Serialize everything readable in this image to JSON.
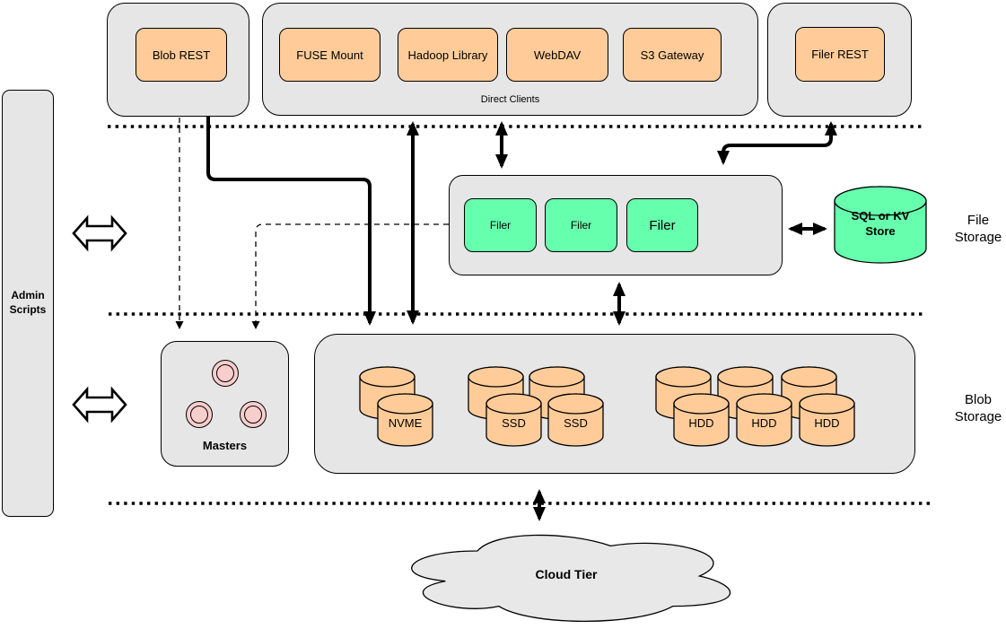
{
  "diagram": {
    "admin": "Admin\nScripts",
    "top": {
      "blob_rest": "Blob REST",
      "direct_clients": {
        "label": "Direct Clients",
        "items": [
          "FUSE Mount",
          "Hadoop Library",
          "WebDAV",
          "S3 Gateway"
        ]
      },
      "filer_rest": "Filer REST"
    },
    "file_tier": {
      "filers": [
        "Filer",
        "Filer",
        "Filer"
      ],
      "kv_store": "SQL or KV Store",
      "tier_label": "File Storage"
    },
    "masters": "Masters",
    "blob_tier": {
      "cylinders": [
        "NVME",
        "SSD",
        "SSD",
        "HDD",
        "HDD",
        "HDD"
      ],
      "tier_label": "Blob Storage"
    },
    "cloud": "Cloud Tier",
    "colors": {
      "container_gray": "#E6E6E6",
      "accent_orange": "#FFCC99",
      "accent_green": "#66FFAD",
      "accent_pink": "#F8CECC",
      "line_black": "#000000"
    }
  }
}
